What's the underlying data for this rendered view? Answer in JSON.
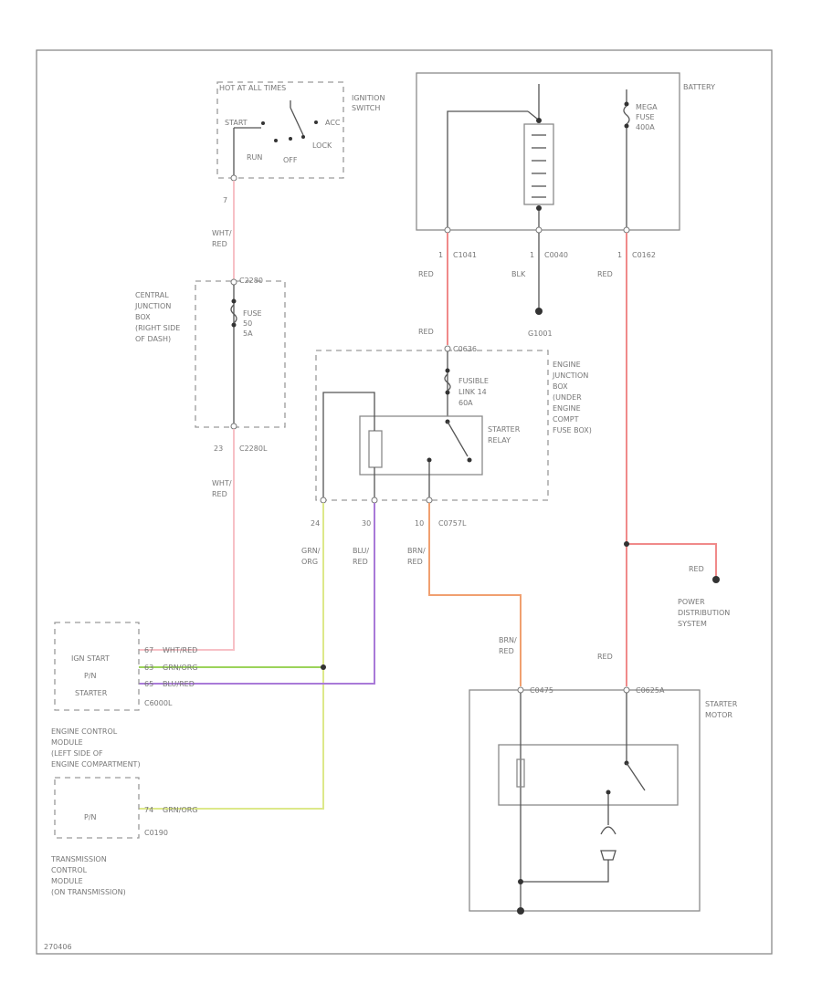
{
  "colors": {
    "red": "#f08a8a",
    "pink": "#f7c0c6",
    "green": "#9bd35a",
    "yellow_green": "#dde88a",
    "purple": "#a97ad8",
    "orange": "#f0a070",
    "ground": "#555555"
  },
  "ignition_switch": {
    "header": "HOT AT ALL TIMES",
    "title_l1": "IGNITION",
    "title_l2": "SWITCH",
    "pos_start": "START",
    "pos_run": "RUN",
    "pos_off": "OFF",
    "pos_lock": "LOCK",
    "pos_acc": "ACC",
    "pin": "7"
  },
  "battery": {
    "title": "BATTERY",
    "fuse_l1": "MEGA",
    "fuse_l2": "FUSE",
    "fuse_l3": "400A"
  },
  "battery_connectors": {
    "c1_pin": "1",
    "c1": "C1041",
    "c1_wire": "RED",
    "c2_pin": "1",
    "c2": "C0040",
    "c2_wire": "BLK",
    "c3_pin": "1",
    "c3": "C0162",
    "c3_wire": "RED",
    "ground_id": "G1001"
  },
  "cjb": {
    "wire_top_l1": "WHT/",
    "wire_top_l2": "RED",
    "connector_top": "C2280",
    "title_l1": "CENTRAL",
    "title_l2": "JUNCTION",
    "title_l3": "BOX",
    "title_l4": "(RIGHT SIDE",
    "title_l5": "OF DASH)",
    "fuse_l1": "FUSE",
    "fuse_l2": "50",
    "fuse_l3": "5A",
    "pin_bottom": "23",
    "connector_bottom": "C2280L",
    "wire_bottom_l1": "WHT/",
    "wire_bottom_l2": "RED"
  },
  "engine_jb": {
    "wire_in": "RED",
    "connector_top": "C0636",
    "fusible_l1": "FUSIBLE",
    "fusible_l2": "LINK 14",
    "fusible_l3": "60A",
    "relay_l1": "STARTER",
    "relay_l2": "RELAY",
    "title_l1": "ENGINE",
    "title_l2": "JUNCTION",
    "title_l3": "BOX",
    "title_l4": "(UNDER",
    "title_l5": "ENGINE",
    "title_l6": "COMPT",
    "title_l7": "FUSE BOX)",
    "pin_1": "24",
    "pin_2": "30",
    "pin_3": "10",
    "connector_bottom": "C0757L"
  },
  "wires_mid": {
    "w1_l1": "GRN/",
    "w1_l2": "ORG",
    "w2_l1": "BLU/",
    "w2_l2": "RED",
    "w3_l1": "BRN/",
    "w3_l2": "RED",
    "w4_l1": "BRN/",
    "w4_l2": "RED",
    "pd_wire": "RED",
    "motor_wire": "RED"
  },
  "power_dist": {
    "l1": "POWER",
    "l2": "DISTRIBUTION",
    "l3": "SYSTEM"
  },
  "ecm": {
    "row1": "IGN START",
    "row2": "P/N",
    "row3": "STARTER",
    "wire1": "WHT/RED",
    "wire2": "GRN/ORG",
    "wire3": "BLU/RED",
    "pin1": "67",
    "pin2": "63",
    "pin3": "65",
    "connector": "C6000L",
    "title_l1": "ENGINE CONTROL",
    "title_l2": "MODULE",
    "title_l3": "(LEFT SIDE OF",
    "title_l4": "ENGINE COMPARTMENT)"
  },
  "tcm": {
    "row1": "P/N",
    "wire1": "GRN/ORG",
    "pin1": "74",
    "connector": "C0190",
    "title_l1": "TRANSMISSION",
    "title_l2": "CONTROL",
    "title_l3": "MODULE",
    "title_l4": "(ON TRANSMISSION)"
  },
  "starter_motor": {
    "c1": "C0475",
    "c2": "C0625A",
    "title_l1": "STARTER",
    "title_l2": "MOTOR"
  },
  "footer": {
    "code": "270406"
  }
}
